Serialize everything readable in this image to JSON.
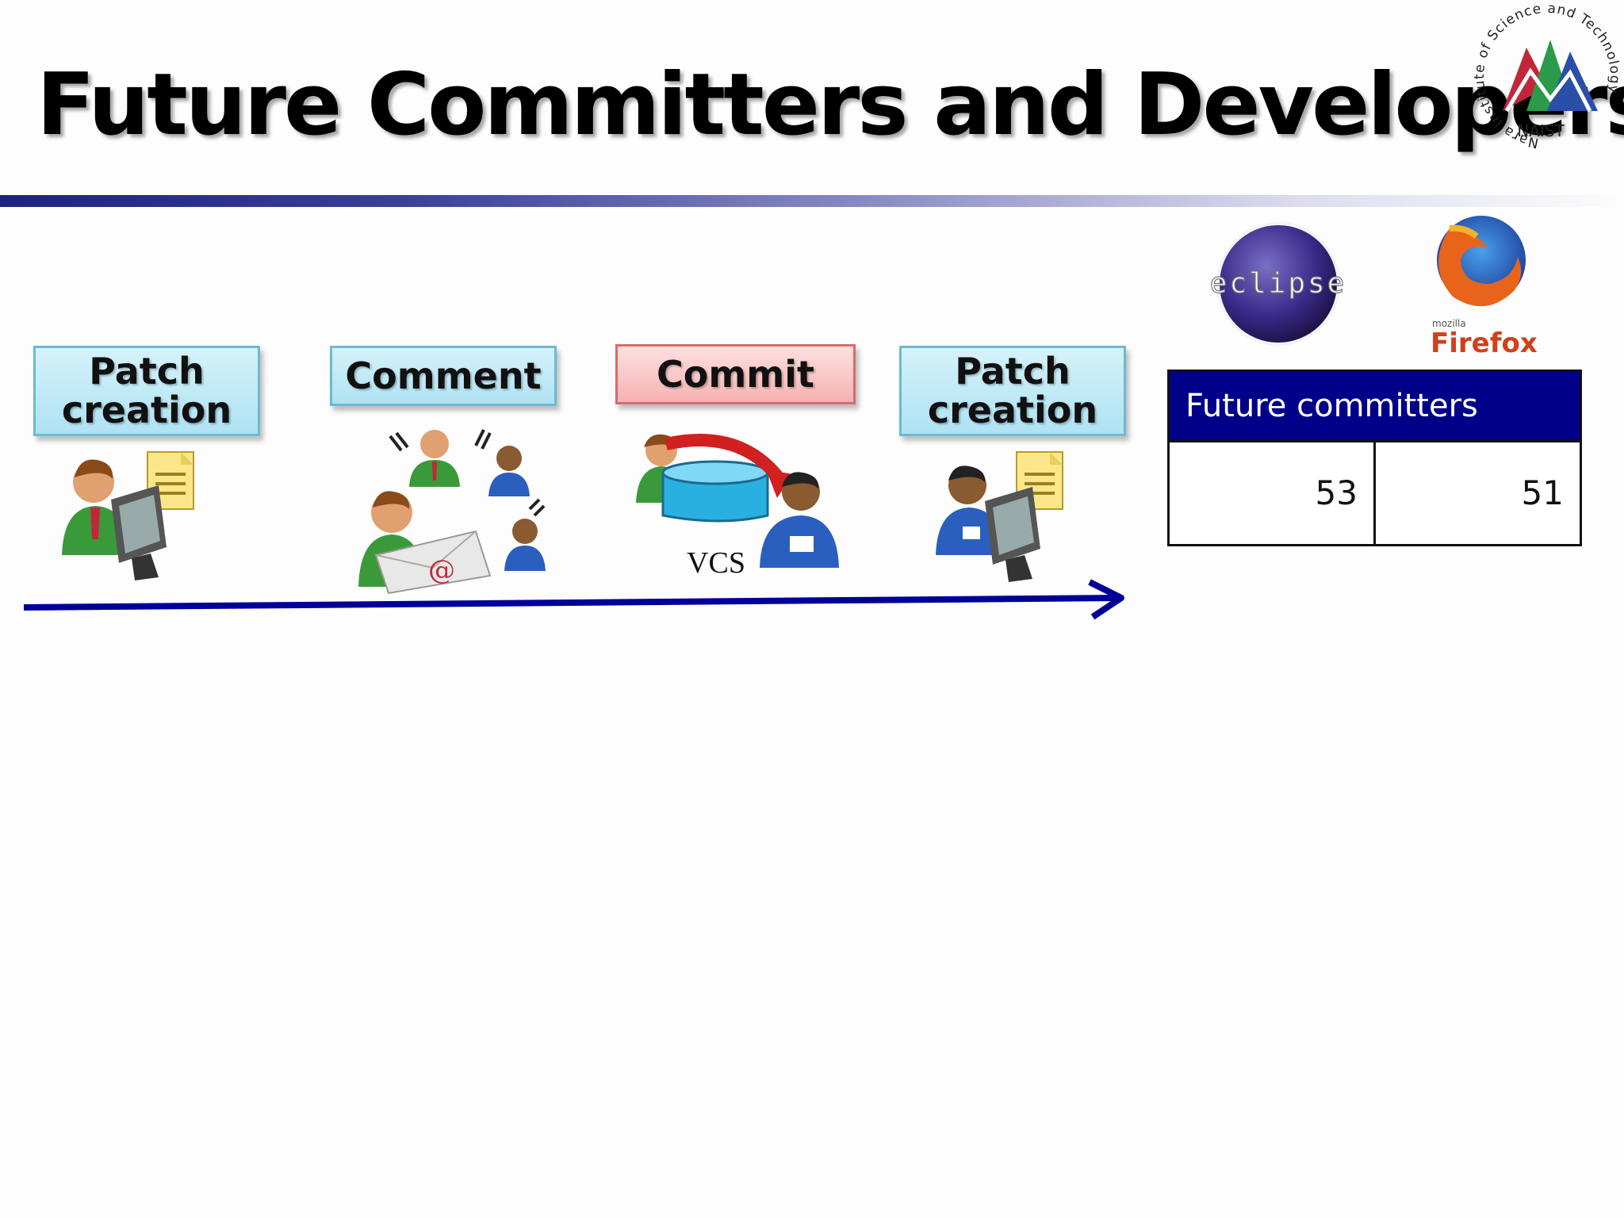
{
  "title": "Future Committers and Developers",
  "logo": {
    "name": "NAIST",
    "ring_text": "Nara Institute of Science and Technology"
  },
  "steps": [
    {
      "lines": [
        "Patch",
        "creation"
      ],
      "color": "blue"
    },
    {
      "lines": [
        "Comment"
      ],
      "color": "blue"
    },
    {
      "lines": [
        "Commit"
      ],
      "color": "red"
    },
    {
      "lines": [
        "Patch",
        "creation"
      ],
      "color": "blue"
    }
  ],
  "vcs_label": "VCS",
  "projects": {
    "eclipse": "eclipse",
    "firefox_small": "mozilla",
    "firefox": "Firefox"
  },
  "table": {
    "header": "Future committers",
    "values": [
      "53",
      "51"
    ]
  },
  "colors": {
    "table_header": "#000088",
    "timeline_arrow": "#000099",
    "step_blue": "#aee2f3",
    "step_red": "#f7b2b2"
  }
}
